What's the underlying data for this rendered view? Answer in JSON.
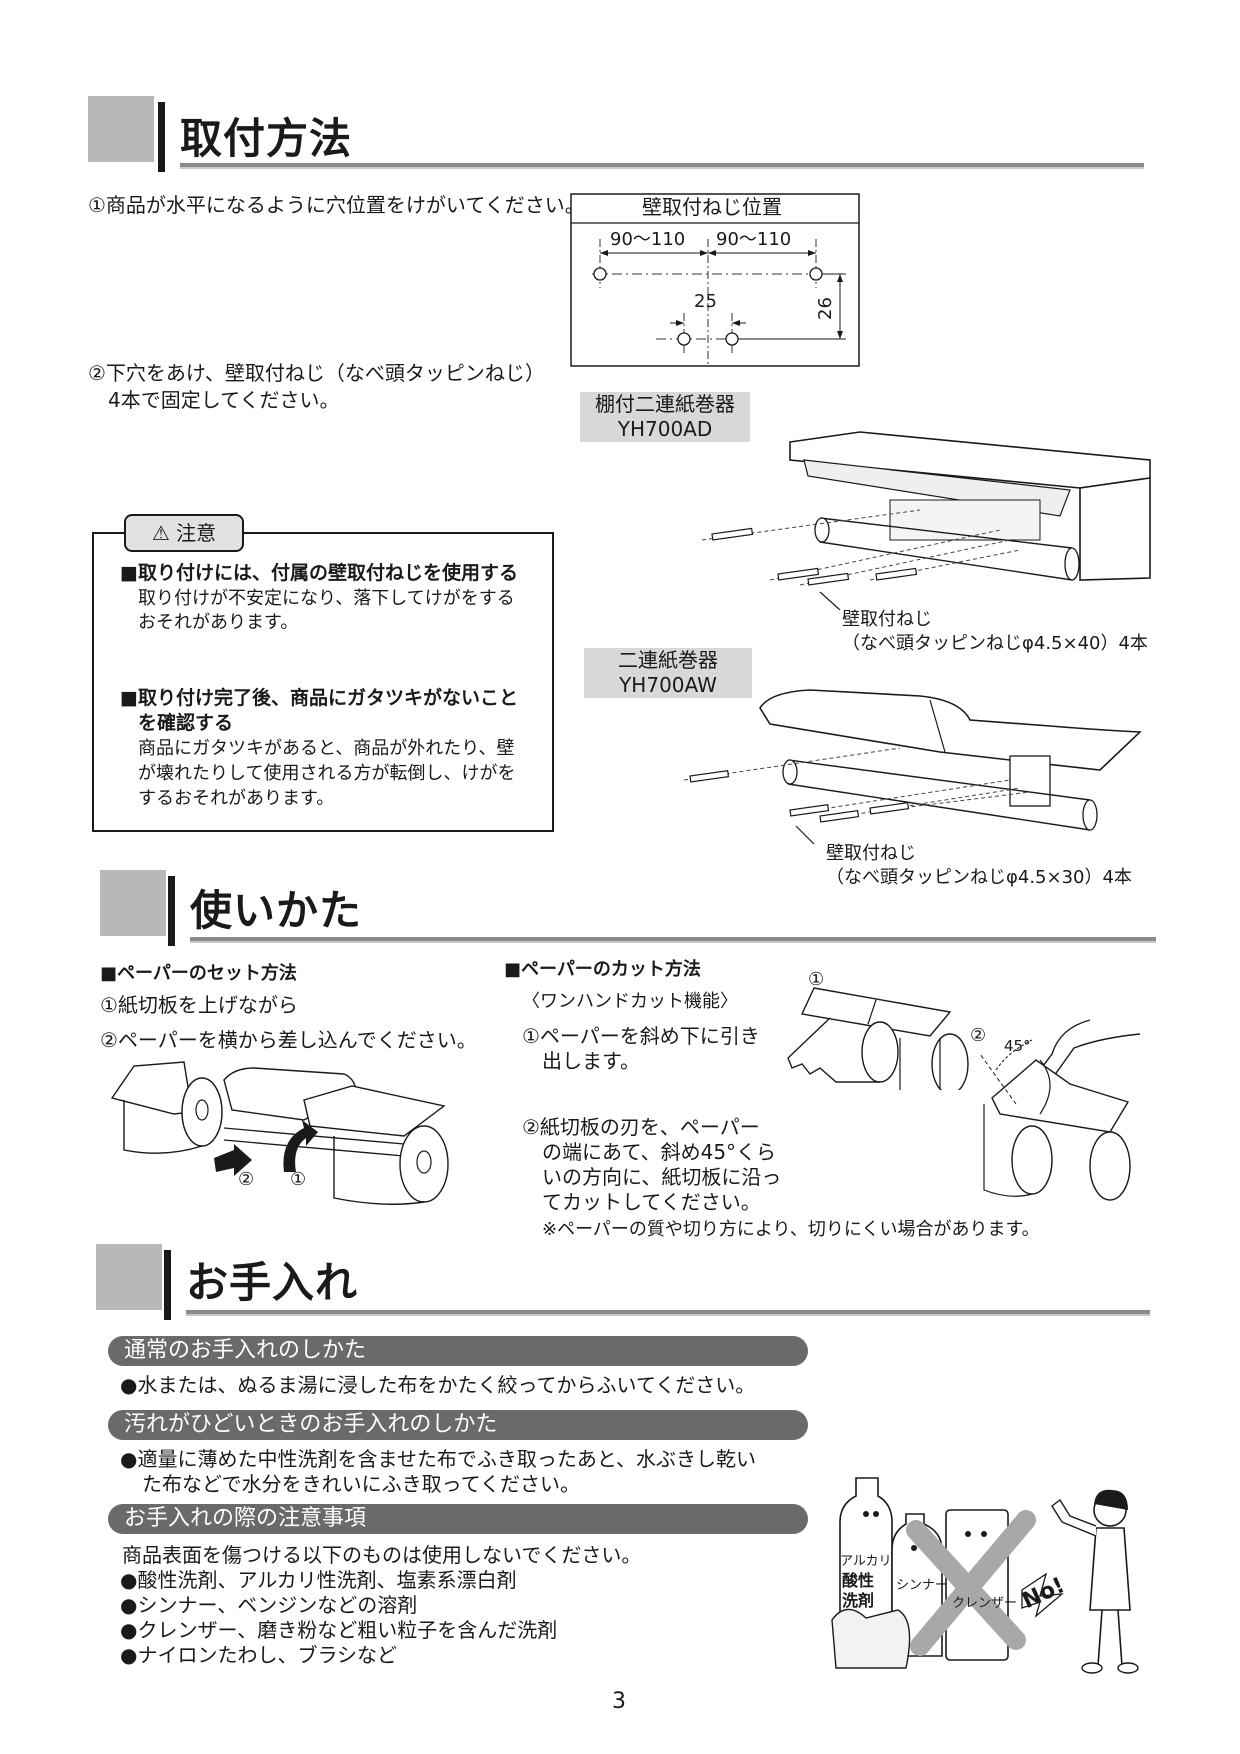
{
  "sections": {
    "install": {
      "title": "取付方法"
    },
    "usage": {
      "title": "使いかた"
    },
    "care": {
      "title": "お手入れ"
    }
  },
  "install": {
    "step1": "①商品が水平になるように穴位置をけがいてください。",
    "step2_line1": "②下穴をあけ、壁取付ねじ（なべ頭タッピンねじ）",
    "step2_line2": "4本で固定してください。",
    "screw_position": {
      "title": "壁取付ねじ位置",
      "dim_left": "90～110",
      "dim_right": "90～110",
      "dim_center": "25",
      "dim_vertical": "26"
    },
    "model_ad": {
      "name": "棚付二連紙巻器",
      "code": "YH700AD",
      "screw_line1": "壁取付ねじ",
      "screw_line2": "（なべ頭タッピンねじφ4.5×40）4本"
    },
    "model_aw": {
      "name": "二連紙巻器",
      "code": "YH700AW",
      "screw_line1": "壁取付ねじ",
      "screw_line2": "（なべ頭タッピンねじφ4.5×30）4本"
    },
    "caution": {
      "tab": "注意",
      "item1_head": "■取り付けには、付属の壁取付ねじを使用する",
      "item1_body1": "取り付けが不安定になり、落下してけがをする",
      "item1_body2": "おそれがあります。",
      "item2_head1": "■取り付け完了後、商品にガタツキがないこと",
      "item2_head2": "を確認する",
      "item2_body1": "商品にガタツキがあると、商品が外れたり、壁",
      "item2_body2": "が壊れたりして使用される方が転倒し、けがを",
      "item2_body3": "するおそれがあります。"
    }
  },
  "usage": {
    "set": {
      "heading": "■ペーパーのセット方法",
      "step1": "①紙切板を上げながら",
      "step2": "②ペーパーを横から差し込んでください。",
      "fig_label2": "②",
      "fig_label1": "①"
    },
    "cut": {
      "heading": "■ペーパーのカット方法",
      "subheading": "〈ワンハンドカット機能〉",
      "step1_line1": "①ペーパーを斜め下に引き",
      "step1_line2": "出します。",
      "step2_line1": "②紙切板の刃を、ペーパー",
      "step2_line2": "の端にあて、斜め45°くら",
      "step2_line3": "いの方向に、紙切板に沿っ",
      "step2_line4": "てカットしてください。",
      "note": "※ペーパーの質や切り方により、切りにくい場合があります。",
      "fig_label1": "①",
      "fig_label2": "②",
      "fig_angle": "45°"
    }
  },
  "care": {
    "normal": {
      "heading": "通常のお手入れのしかた",
      "text": "●水または、ぬるま湯に浸した布をかたく絞ってからふいてください。"
    },
    "dirty": {
      "heading": "汚れがひどいときのお手入れのしかた",
      "line1": "●適量に薄めた中性洗剤を含ませた布でふき取ったあと、水ぶきし乾い",
      "line2": "た布などで水分をきれいにふき取ってください。"
    },
    "notes": {
      "heading": "お手入れの際の注意事項",
      "intro": "商品表面を傷つける以下のものは使用しないでください。",
      "items": [
        "●酸性洗剤、アルカリ性洗剤、塩素系漂白剤",
        "●シンナー、ベンジンなどの溶剤",
        "●クレンザー、磨き粉など粗い粒子を含んだ洗剤",
        "●ナイロンたわし、ブラシなど"
      ]
    },
    "illustration": {
      "bottle1_line1": "アルカリ",
      "bottle1_line2": "酸性",
      "bottle1_line3": "洗剤",
      "bottle2": "シンナー",
      "can": "クレンザー",
      "no_sign": "No!"
    }
  },
  "page_number": "3"
}
